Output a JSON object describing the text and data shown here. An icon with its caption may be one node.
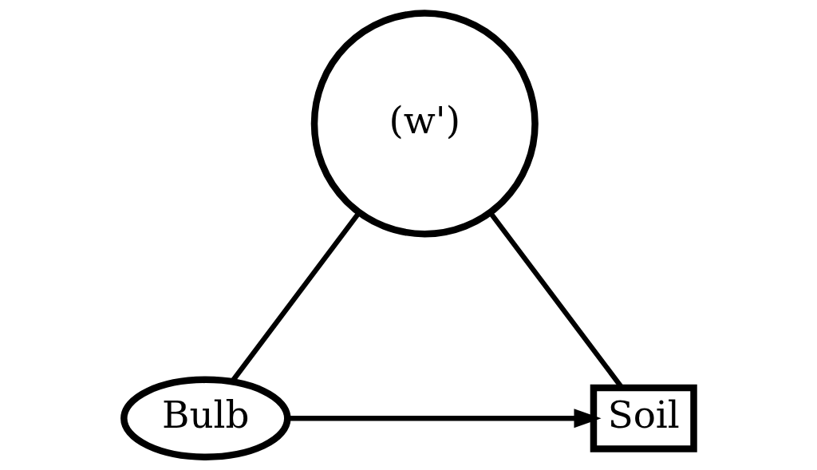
{
  "diagram": {
    "nodes": [
      {
        "text": [
          "(w')"
        ]
      },
      {
        "text": [
          "Bulb"
        ]
      },
      {
        "text": [
          "Soil"
        ]
      }
    ],
    "edges": [
      {
        "from": 0,
        "to": 1,
        "arrow": "none"
      },
      {
        "from": 0,
        "to": 2,
        "arrow": "none"
      },
      {
        "from": 1,
        "to": 2,
        "arrow": "to"
      }
    ]
  }
}
